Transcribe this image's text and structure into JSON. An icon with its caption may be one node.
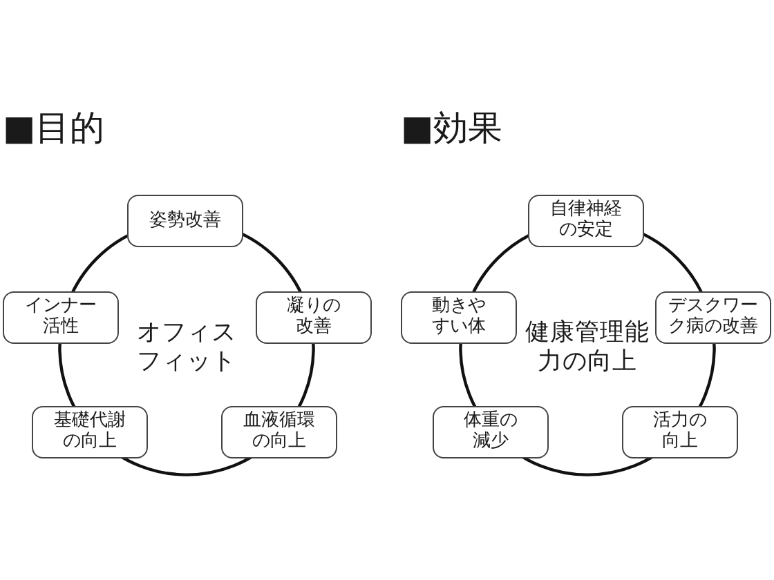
{
  "diagram": {
    "nodes": [
      {
        "text": [
          "オフィスフィット"
        ]
      },
      {
        "text": [
          "姿勢改善"
        ]
      },
      {
        "text": [
          "インナー活性"
        ]
      },
      {
        "text": [
          "凝りの改善"
        ]
      },
      {
        "text": [
          "基礎代謝の向上"
        ]
      },
      {
        "text": [
          "血液循環の向上"
        ]
      },
      {
        "text": [
          "健康管理能力の向上"
        ]
      },
      {
        "text": [
          "自律神経の安定"
        ]
      },
      {
        "text": [
          "動きやすい体"
        ]
      },
      {
        "text": [
          "デスクワーク病の改善"
        ]
      },
      {
        "text": [
          "体重の減少"
        ]
      },
      {
        "text": [
          "活力の向上"
        ]
      }
    ],
    "labels": [
      "■目的",
      "■効果"
    ]
  }
}
